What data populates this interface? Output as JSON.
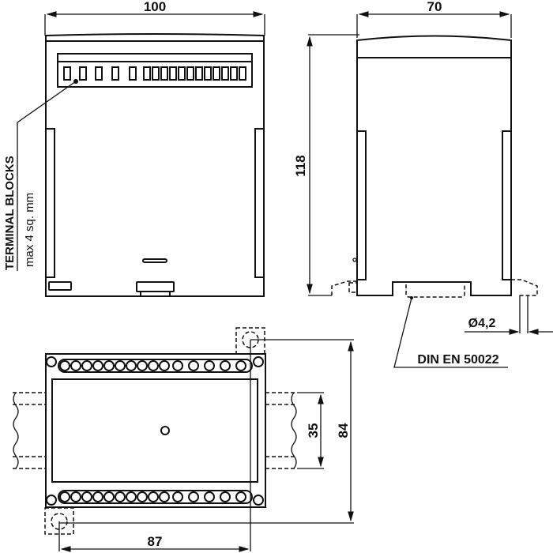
{
  "dimensions": {
    "front_width": "100",
    "side_depth": "70",
    "height": "118",
    "hole_diameter": "Ø4,2",
    "rail_width": "35",
    "hole_spacing_vertical": "84",
    "hole_spacing_horizontal": "87"
  },
  "labels": {
    "terminal_blocks": "TERMINAL BLOCKS",
    "terminal_spec": "max 4 sq. mm",
    "din_standard": "DIN EN 50022"
  }
}
